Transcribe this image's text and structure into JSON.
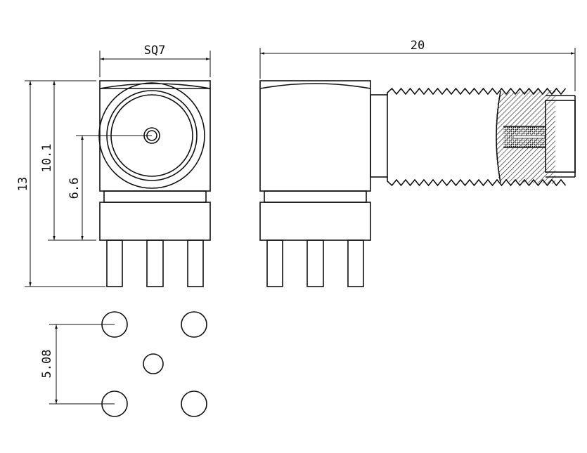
{
  "dimensions": {
    "width_square": "SQ7",
    "overall_length": "20",
    "overall_height": "13",
    "body_height": "10.1",
    "center_height": "6.6",
    "pin_pitch": "5.08"
  },
  "colors": {
    "line": "#111111",
    "background": "#ffffff"
  }
}
